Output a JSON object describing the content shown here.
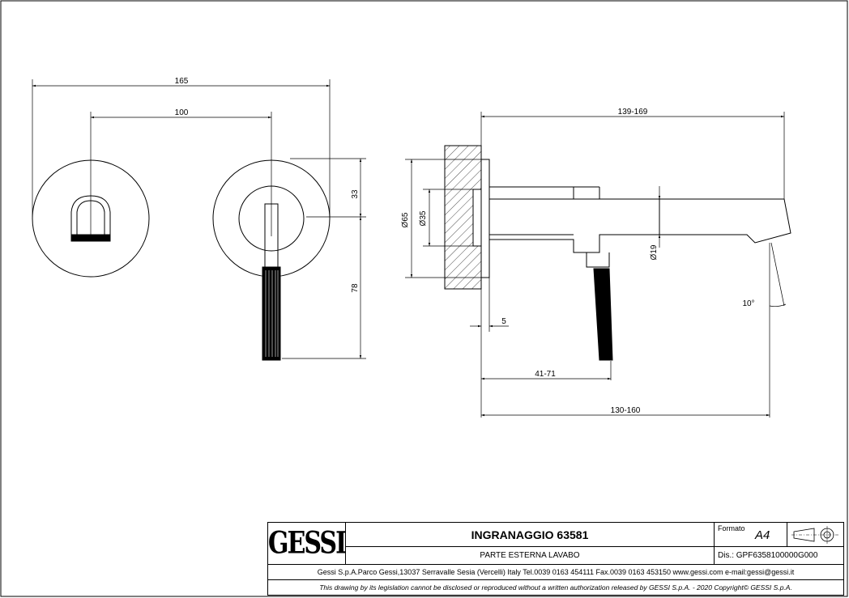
{
  "dimensions": {
    "overall_width": "165",
    "center_distance": "100",
    "depth": "139-169",
    "upper_height": "33",
    "lower_height": "78",
    "outer_diameter": "Ø65",
    "inner_diameter": "Ø35",
    "spout_diameter": "Ø19",
    "plate_thickness": "5",
    "lever_offset": "41-71",
    "base_length": "130-160",
    "angle": "10°"
  },
  "title_block": {
    "logo": "GESSI",
    "product_title": "INGRANAGGIO 63581",
    "subtitle": "PARTE ESTERNA LAVABO",
    "format_label": "Formato",
    "format_value": "A4",
    "drawing_number": "Dis.: GPF6358100000G000",
    "company_info": "Gessi S.p.A.Parco Gessi,13037 Serravalle Sesia (Vercelli) Italy Tel.0039 0163 454111 Fax.0039 0163 453150 www.gessi.com e-mail:gessi@gessi.it",
    "copyright": "This drawing by its legislation cannot be disclosed or reproduced without a written authorization released by GESSI S.p.A. - 2020 Copyright© GESSI S.p.A."
  },
  "icons": {
    "projection_symbol": "first-angle-projection-icon",
    "logo": "gessi-logo"
  }
}
